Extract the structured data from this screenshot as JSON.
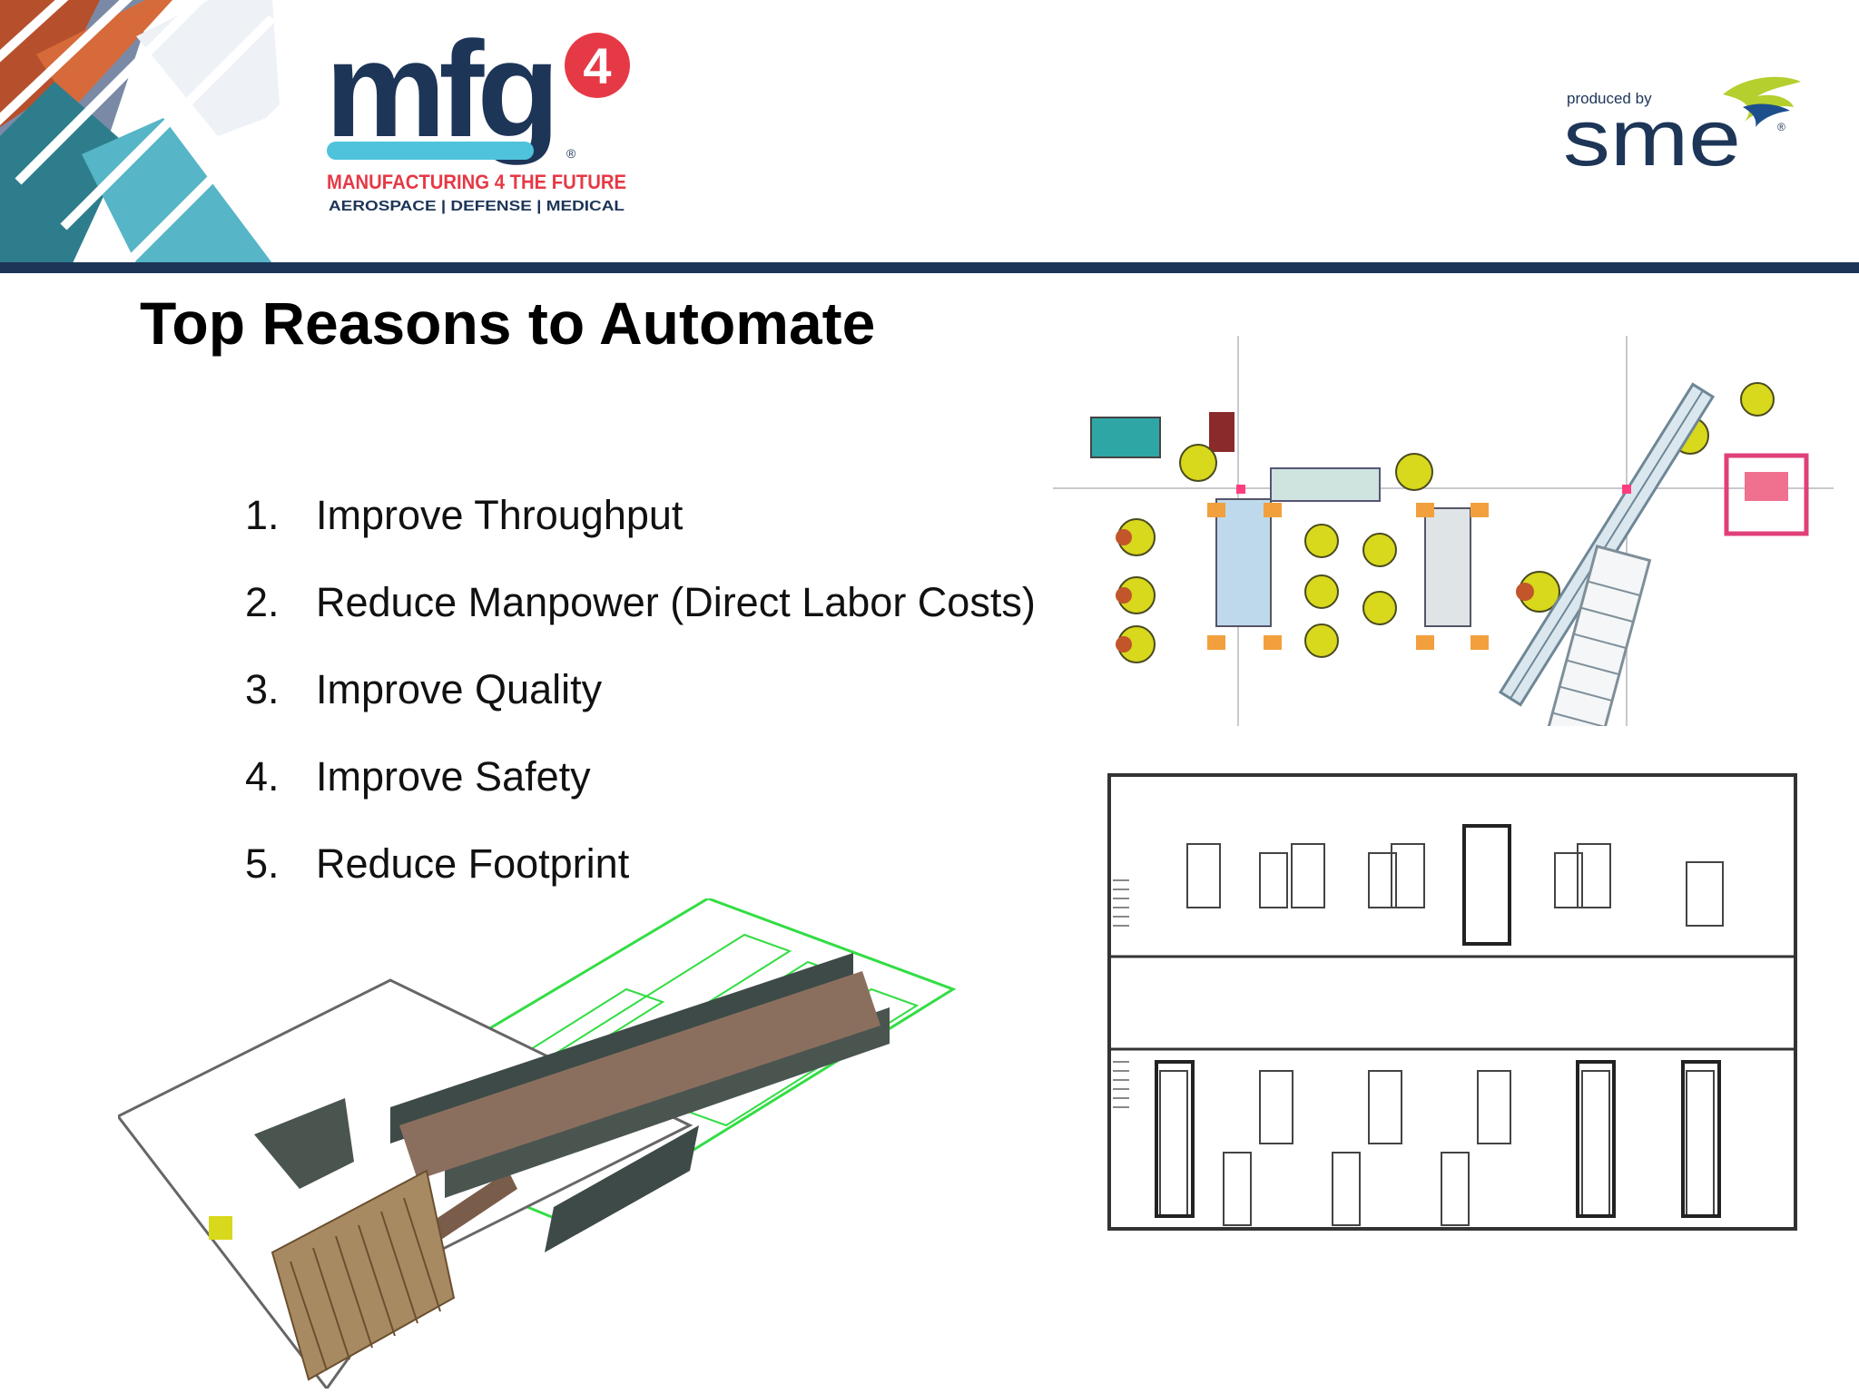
{
  "header": {
    "mfg_logo": {
      "wordmark": "mfg",
      "superscript": "4",
      "tagline": "MANUFACTURING 4 THE FUTURE",
      "subtagline": "AEROSPACE | DEFENSE | MEDICAL",
      "registered": "®"
    },
    "sme_logo": {
      "produced_by": "produced by",
      "wordmark": "sme",
      "registered": "®"
    }
  },
  "slide": {
    "title": "Top Reasons to Automate",
    "reasons": [
      {
        "num": "1.",
        "text": "Improve Throughput"
      },
      {
        "num": "2.",
        "text": "Reduce Manpower (Direct Labor Costs)"
      },
      {
        "num": "3.",
        "text": "Improve Quality"
      },
      {
        "num": "4.",
        "text": "Improve Safety"
      },
      {
        "num": "5.",
        "text": "Reduce Footprint"
      }
    ]
  },
  "colors": {
    "navy": "#1d3557",
    "logo_red": "#e63946",
    "logo_cyan": "#4fc3dc",
    "sme_green": "#b5cf2e",
    "robot_yellow": "#d8d81c",
    "robot_orange": "#f2a03d",
    "wireframe_green": "#33dd44",
    "building_gray": "#4a5550"
  }
}
